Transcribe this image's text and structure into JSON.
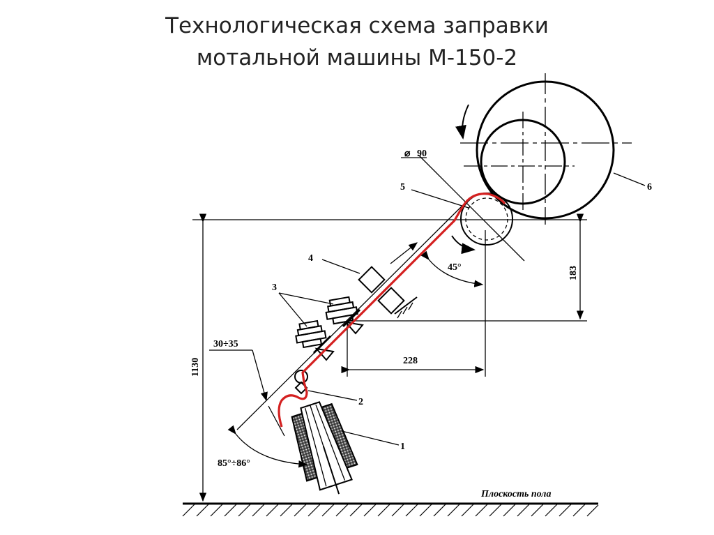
{
  "title": {
    "line1": "Технологическая схема заправки",
    "line2": "мотальной машины М-150-2"
  },
  "labels": {
    "diameter": "90",
    "part_1": "1",
    "part_2": "2",
    "part_3": "3",
    "part_4": "4",
    "part_5": "5",
    "part_6": "6",
    "angle_45": "45°",
    "dim_183": "183",
    "dim_228": "228",
    "dim_1130": "1130",
    "angle_range_1": "30÷35",
    "angle_range_2": "85°÷86°",
    "floor": "Плоскость пола"
  },
  "colors": {
    "thread": "#d42020",
    "line": "#000000",
    "title": "#222222"
  }
}
